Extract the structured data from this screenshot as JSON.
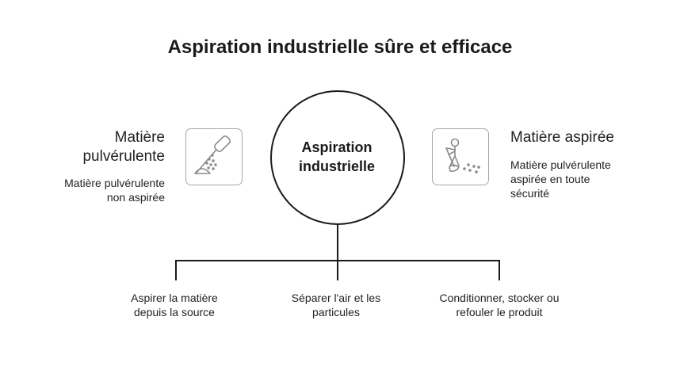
{
  "title": "Aspiration industrielle sûre et efficace",
  "center": {
    "line1": "Aspiration",
    "line2": "industrielle"
  },
  "left": {
    "heading_line1": "Matière",
    "heading_line2": "pulvérulente",
    "desc_line1": "Matière pulvérulente",
    "desc_line2": "non aspirée",
    "icon": "powder-pouring-icon"
  },
  "right": {
    "heading": "Matière aspirée",
    "desc_line1": "Matière pulvérulente",
    "desc_line2": "aspirée en toute",
    "desc_line3": "sécurité",
    "icon": "vacuum-operator-icon"
  },
  "steps": [
    {
      "line1": "Aspirer la matière",
      "line2": "depuis la source"
    },
    {
      "line1": "Séparer l'air et les",
      "line2": "particules"
    },
    {
      "line1": "Conditionner, stocker ou",
      "line2": "refouler le produit"
    }
  ],
  "colors": {
    "line": "#1a1a1a",
    "icon_border": "#a6a6a6",
    "icon_stroke": "#8a8a8a"
  }
}
